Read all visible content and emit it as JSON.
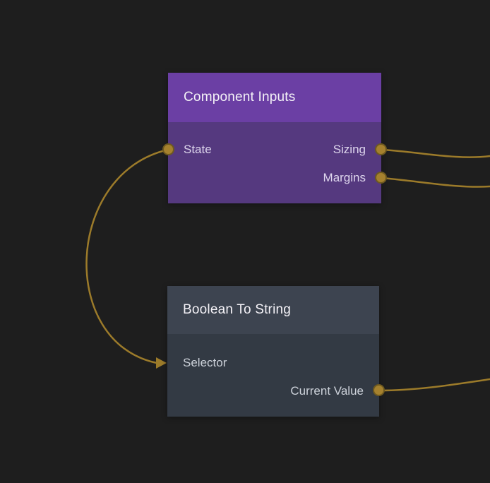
{
  "canvas": {
    "background_color": "#1e1e1e",
    "wire_color": "#9c7b2a",
    "port_dot_color": "#a5812e"
  },
  "nodes": [
    {
      "title": "Component Inputs",
      "header_color": "#6b3fa4",
      "body_color": "#55397f",
      "left_ports": [
        {
          "label": "State"
        }
      ],
      "right_ports": [
        {
          "label": "Sizing"
        },
        {
          "label": "Margins"
        }
      ]
    },
    {
      "title": "Boolean To String",
      "header_color": "#3d4450",
      "body_color": "#333a44",
      "left_ports": [
        {
          "label": "Selector"
        }
      ],
      "right_ports": [
        {
          "label": "Current Value"
        }
      ]
    }
  ],
  "wires": [
    {
      "from": "Component Inputs / State",
      "to": "Boolean To String / Selector"
    },
    {
      "from": "Component Inputs / Sizing",
      "to": "offscreen-right"
    },
    {
      "from": "Component Inputs / Margins",
      "to": "offscreen-right"
    },
    {
      "from": "Boolean To String / Current Value",
      "to": "offscreen-right"
    }
  ]
}
